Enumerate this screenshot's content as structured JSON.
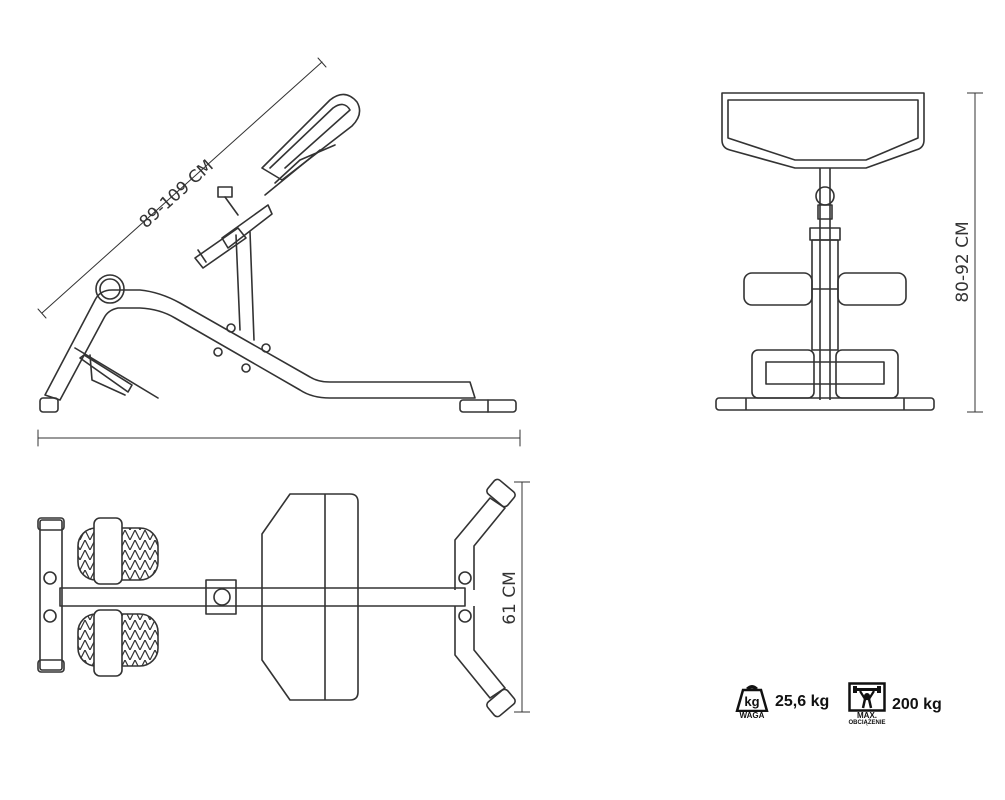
{
  "dimensions": {
    "length": "89-109 CM",
    "height": "80-92 CM",
    "width": "61 CM"
  },
  "specs": {
    "weight_value": "25,6 kg",
    "weight_icon_text": "kg",
    "weight_label": "WAGA",
    "max_load_value": "200 kg",
    "max_load_label_1": "MAX.",
    "max_load_label_2": "OBCIĄŻENIE"
  },
  "icons": {
    "weight": "weight-kettlebell-icon",
    "max_load": "barbell-person-icon"
  },
  "colors": {
    "line": "#333333",
    "padding": "#ffffff"
  }
}
